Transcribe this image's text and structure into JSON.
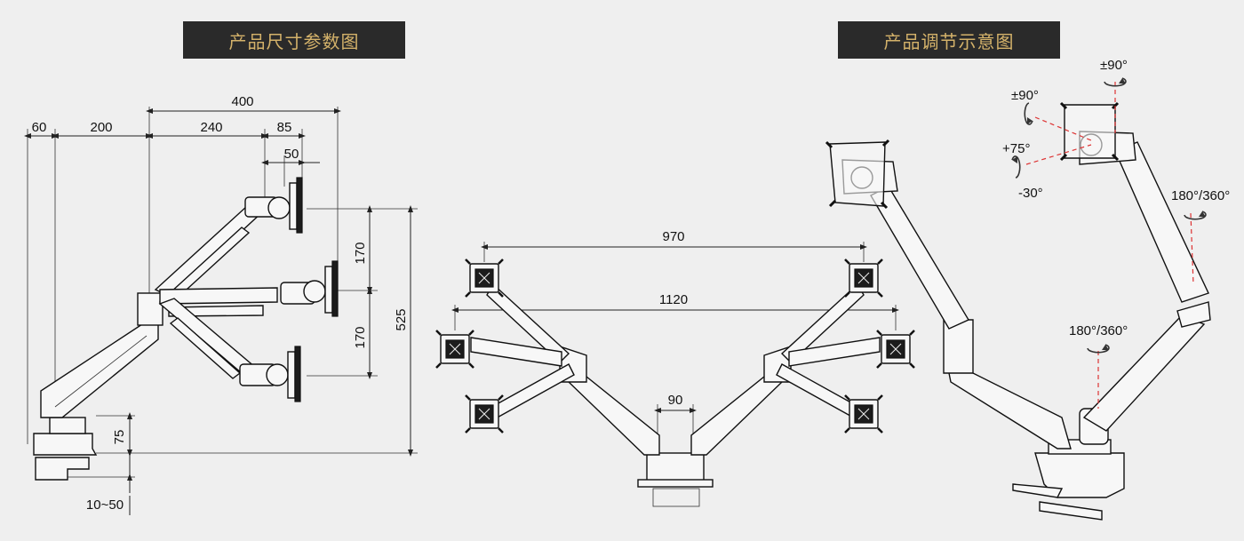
{
  "banners": {
    "left": "产品尺寸参数图",
    "right": "产品调节示意图"
  },
  "dimensions_side": {
    "d60": "60",
    "d200": "200",
    "d400": "400",
    "d240": "240",
    "d85": "85",
    "d50": "50",
    "d170a": "170",
    "d170b": "170",
    "d525": "525",
    "d75": "75",
    "d10_50": "10~50"
  },
  "dimensions_front": {
    "d970": "970",
    "d1120": "1120",
    "d90": "90"
  },
  "adjustments": {
    "tilt": "±90°",
    "swivel": "±90°",
    "plus75": "+75°",
    "minus30": "-30°",
    "rotate_upper": "180°/360°",
    "rotate_lower": "180°/360°"
  },
  "colors": {
    "banner_bg": "#2a2a2a",
    "banner_text": "#d4b26a",
    "background": "#efefef",
    "guide_red": "#d33333"
  }
}
